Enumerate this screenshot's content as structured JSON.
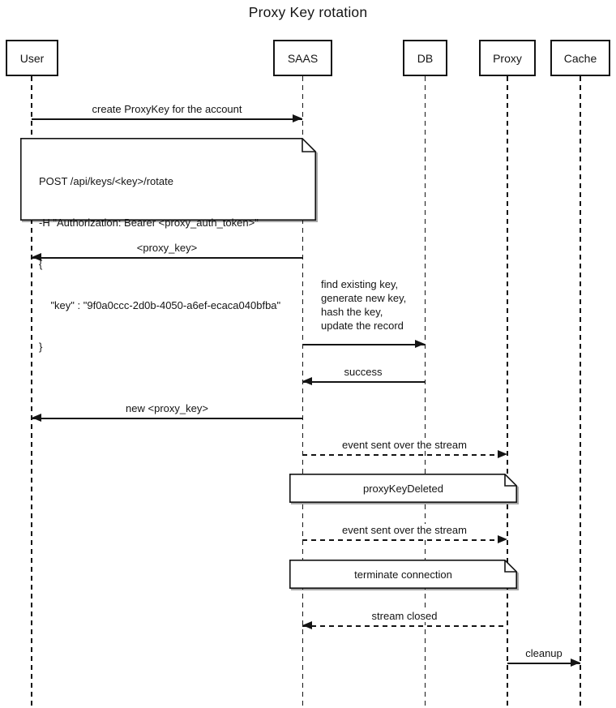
{
  "title": "Proxy Key rotation",
  "colors": {
    "line": "#141414",
    "background": "#ffffff"
  },
  "actors": [
    {
      "label": "User"
    },
    {
      "label": "SAAS"
    },
    {
      "label": "DB"
    },
    {
      "label": "Proxy"
    },
    {
      "label": "Cache"
    }
  ],
  "messages": [
    {
      "label": "create ProxyKey for the account",
      "from": "User",
      "to": "SAAS",
      "line": "solid"
    },
    {
      "label": "<proxy_key>",
      "from": "SAAS",
      "to": "User",
      "line": "solid"
    },
    {
      "from": "SAAS",
      "to": "DB",
      "line": "solid",
      "lines": [
        "find existing key,",
        "generate new key,",
        "hash the key,",
        "update the record"
      ]
    },
    {
      "label": "success",
      "from": "DB",
      "to": "SAAS",
      "line": "solid"
    },
    {
      "label": "new <proxy_key>",
      "from": "SAAS",
      "to": "User",
      "line": "solid"
    },
    {
      "label": "event sent over the stream",
      "from": "SAAS",
      "to": "Proxy",
      "line": "dashed"
    },
    {
      "label": "event sent over the stream",
      "from": "SAAS",
      "to": "Proxy",
      "line": "dashed"
    },
    {
      "label": "stream closed",
      "from": "Proxy",
      "to": "SAAS",
      "line": "dashed"
    },
    {
      "label": "cleanup",
      "from": "Proxy",
      "to": "Cache",
      "line": "solid"
    }
  ],
  "notes": [
    {
      "lines": [
        "POST /api/keys/<key>/rotate",
        "-H \"Authorization: Bearer <proxy_auth_token>\"",
        "{",
        "    \"key\" : \"9f0a0ccc-2d0b-4050-a6ef-ecaca040bfba\"",
        "}"
      ]
    },
    {
      "label": "proxyKeyDeleted"
    },
    {
      "label": "terminate connection"
    }
  ]
}
